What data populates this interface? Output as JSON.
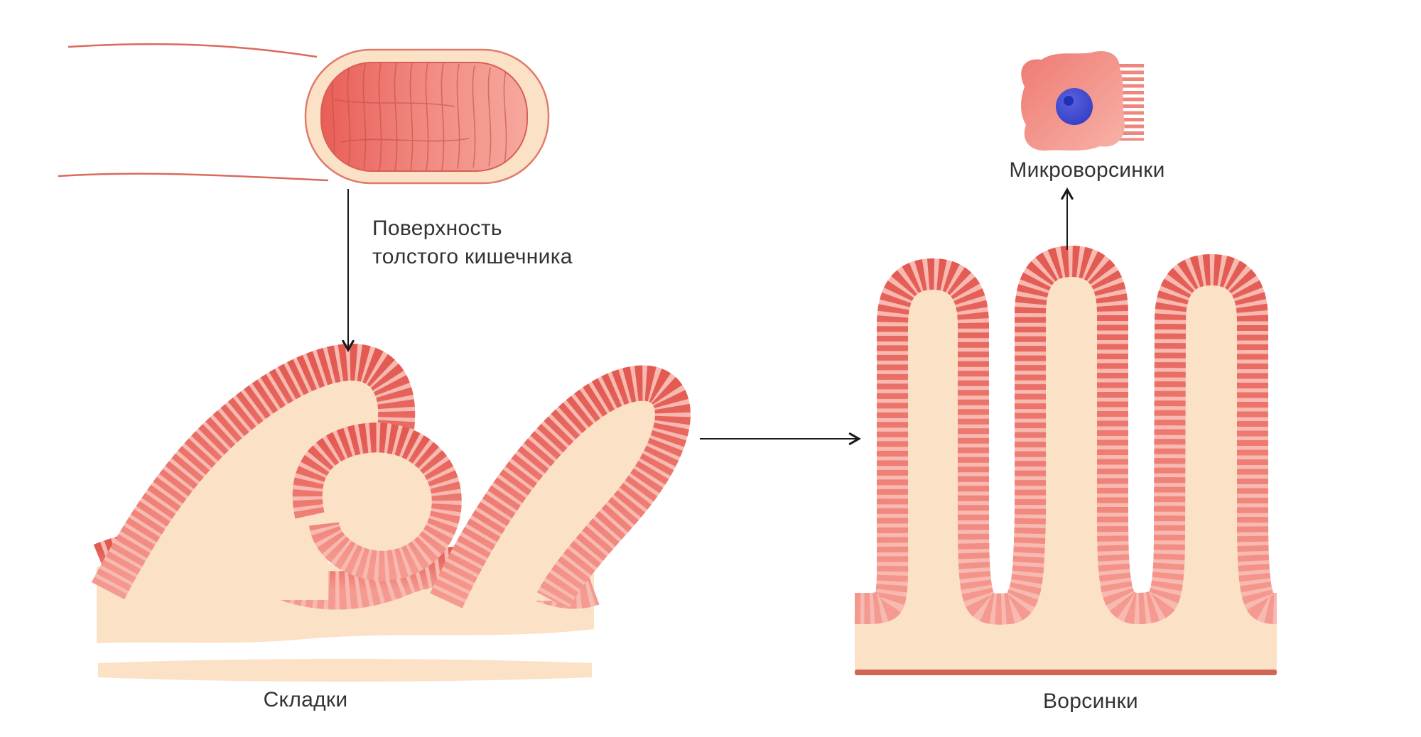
{
  "palette": {
    "text": "#333333",
    "arrow": "#1a1a1a",
    "peach": "#fbe1c5",
    "fringe_underlay": "#f7b9b0",
    "fringe_dark": "#e25a52",
    "fringe_mid": "#ec766d",
    "fringe_light": "#f59a90",
    "tube_outline_red": "#d96a5e",
    "base_line_red": "#d26558",
    "nucleus_blue": "#2e3ac2"
  },
  "labels": {
    "surface_line1": "Поверхность",
    "surface_line2": "толстого кишечника",
    "folds": "Складки",
    "villi": "Ворсинки",
    "microvilli": "Микроворсинки"
  }
}
